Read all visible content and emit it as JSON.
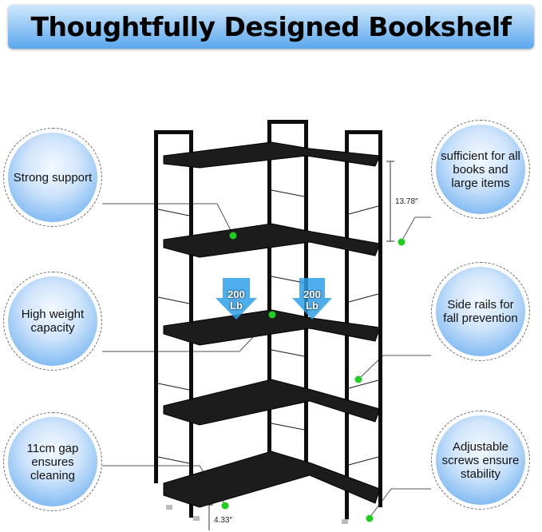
{
  "banner": {
    "title": "Thoughtfully Designed Bookshelf"
  },
  "features": {
    "left_top": "Strong support",
    "left_mid": "High weight capacity",
    "left_bot": "11cm gap ensures cleaning",
    "right_top": "sufficient for all books and large items",
    "right_mid": "Side rails for fall prevention",
    "right_bot": "Adjustable screws ensure stability"
  },
  "load": {
    "value": "200",
    "unit": "Lb"
  },
  "dimensions": {
    "shelf_gap": "13.78″",
    "floor_gap": "4.33″"
  },
  "colors": {
    "callout_dot": "#22cc22",
    "load_arrow": "#2f9fe8",
    "frame": "#0d0d0d"
  }
}
